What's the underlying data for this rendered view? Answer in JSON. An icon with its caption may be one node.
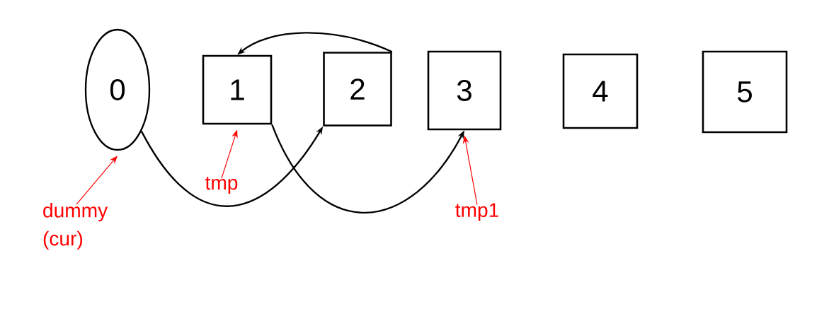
{
  "diagram": {
    "nodes": [
      {
        "text": [
          "0"
        ]
      },
      {
        "text": [
          "1"
        ]
      },
      {
        "text": [
          "2"
        ]
      },
      {
        "text": [
          "3"
        ]
      },
      {
        "text": [
          "4"
        ]
      },
      {
        "text": [
          "5"
        ]
      },
      {
        "text": [
          "dummy (cur)"
        ]
      },
      {
        "text": [
          "tmp"
        ]
      },
      {
        "text": [
          "tmp1"
        ]
      }
    ],
    "edges": [
      {
        "from": 2,
        "to": 1,
        "arrow": "to"
      },
      {
        "from": 0,
        "to": 2,
        "arrow": "to"
      },
      {
        "from": 1,
        "to": 3,
        "arrow": "to"
      },
      {
        "from": 6,
        "to": 0,
        "arrow": "to",
        "color": "#ff0000"
      },
      {
        "from": 7,
        "to": 1,
        "arrow": "to",
        "color": "#ff0000"
      },
      {
        "from": 8,
        "to": 3,
        "arrow": "to",
        "color": "#ff0000"
      }
    ]
  }
}
